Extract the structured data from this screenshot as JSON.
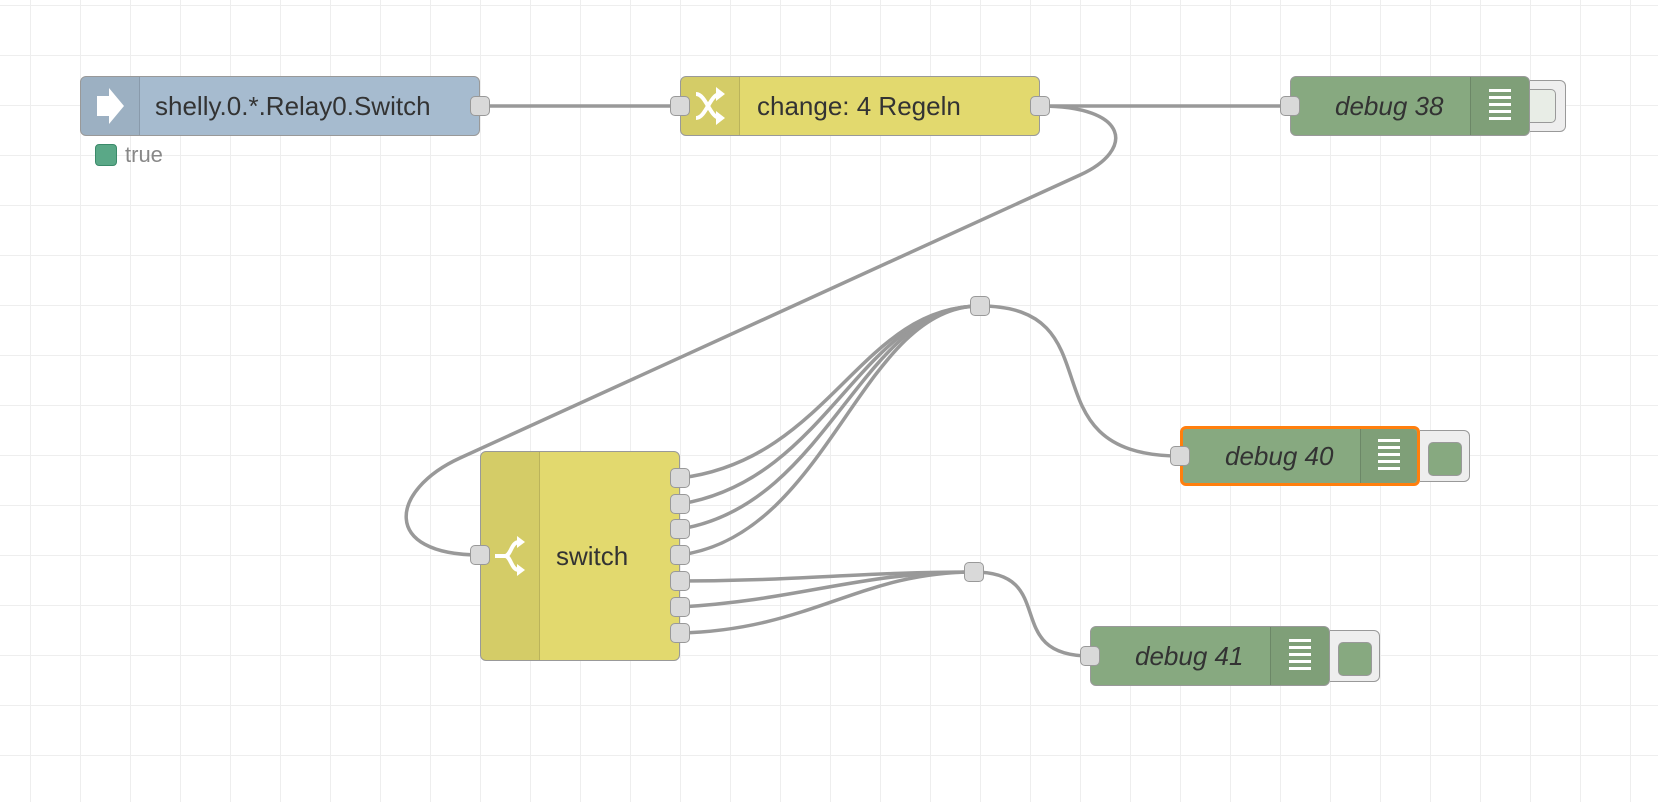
{
  "flow": {
    "nodes": {
      "inject": {
        "label": "shelly.0.*.Relay0.Switch",
        "icon": "arrow-in-icon",
        "color": "#a6bbcf",
        "status": {
          "text": "true",
          "dot_color": "#5aa887"
        }
      },
      "change": {
        "label": "change: 4 Regeln",
        "icon": "shuffle-icon",
        "color": "#e2d96e"
      },
      "switch": {
        "label": "switch",
        "icon": "switch-icon",
        "color": "#e2d96e",
        "outputs": 7
      },
      "debug38": {
        "label": "debug 38",
        "icon": "debug-list-icon",
        "color": "#87a980",
        "enabled": false
      },
      "debug40": {
        "label": "debug 40",
        "icon": "debug-list-icon",
        "color": "#87a980",
        "enabled": true,
        "selected": true,
        "selected_color": "#ff7f0e"
      },
      "debug41": {
        "label": "debug 41",
        "icon": "debug-list-icon",
        "color": "#87a980",
        "enabled": true
      }
    },
    "colors": {
      "wire": "#999999",
      "grid": "#eeeeee",
      "port": "#d9d9d9"
    }
  }
}
